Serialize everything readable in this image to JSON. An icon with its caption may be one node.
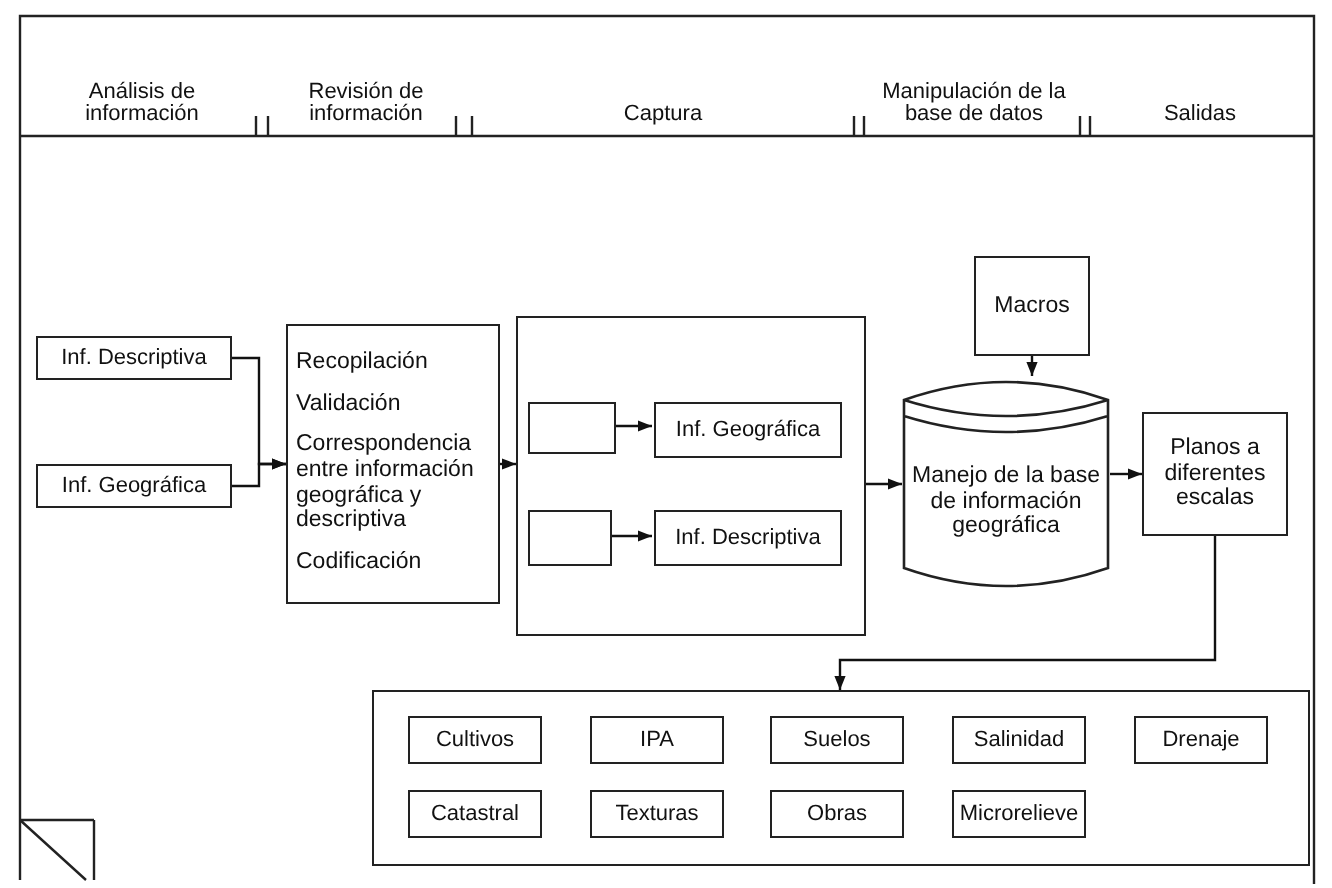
{
  "diagram": {
    "nodes": [
      {
        "text": [
          "Inf. Descriptiva"
        ]
      },
      {
        "text": [
          "Inf. Geográfica"
        ]
      },
      {
        "text": [
          "Recopilación",
          "Validación",
          "Correspondencia entre información geográfica y descriptiva",
          "Codificación"
        ]
      },
      {
        "text": [],
        "shape": "box"
      },
      {
        "text": [],
        "shape": "box",
        "in": 3
      },
      {
        "text": [
          "Inf. Geográfica"
        ],
        "in": 3
      },
      {
        "text": [],
        "shape": "box",
        "in": 3
      },
      {
        "text": [
          "Inf. Descriptiva"
        ],
        "in": 3
      },
      {
        "text": [
          "Macros"
        ]
      },
      {
        "text": [
          "Manejo de la base de información geográfica"
        ]
      },
      {
        "text": [
          "Planos a diferentes escalas"
        ]
      },
      {
        "text": [],
        "shape": "box"
      },
      {
        "text": [
          "Cultivos"
        ],
        "in": 11
      },
      {
        "text": [
          "IPA"
        ],
        "in": 11
      },
      {
        "text": [
          "Suelos"
        ],
        "in": 11
      },
      {
        "text": [
          "Salinidad"
        ],
        "in": 11
      },
      {
        "text": [
          "Drenaje"
        ],
        "in": 11
      },
      {
        "text": [
          "Catastral"
        ],
        "in": 11
      },
      {
        "text": [
          "Texturas"
        ],
        "in": 11
      },
      {
        "text": [
          "Obras"
        ],
        "in": 11
      },
      {
        "text": [
          "Microrelieve"
        ],
        "in": 11
      }
    ],
    "edges": [
      {
        "from": 0,
        "to": 2,
        "arrow": "to"
      },
      {
        "from": 1,
        "to": 2,
        "arrow": "to"
      },
      {
        "from": 2,
        "to": 3,
        "arrow": "to"
      },
      {
        "from": 4,
        "to": 5,
        "arrow": "to"
      },
      {
        "from": 6,
        "to": 7,
        "arrow": "to"
      },
      {
        "from": 3,
        "to": 9,
        "arrow": "to"
      },
      {
        "from": 8,
        "to": 9,
        "arrow": "to"
      },
      {
        "from": 9,
        "to": 10,
        "arrow": "to"
      },
      {
        "from": 10,
        "to": 11,
        "arrow": "to"
      }
    ],
    "labels": [
      "Análisis de información",
      "Revisión de información",
      "Captura",
      "Manipulación de la base de datos",
      "Salidas"
    ]
  }
}
